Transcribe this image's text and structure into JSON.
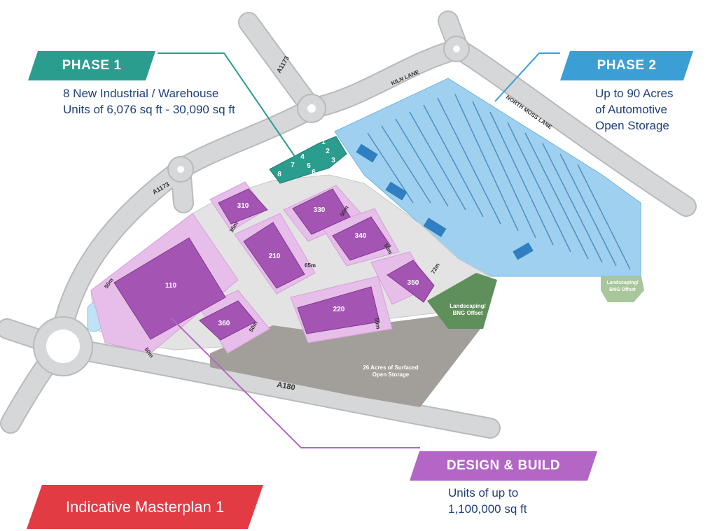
{
  "colors": {
    "phase1": "#2a9d8f",
    "phase2": "#3b9fd6",
    "design_build": "#b366c6",
    "footer": "#e23b44",
    "road": "#d6d7d8",
    "road_edge": "#b9babb",
    "plot": "#e7bde9",
    "building": "#a455b4",
    "storage_blue": "#9fd0f0",
    "surfaced": "#a29f9a",
    "landscaping": "#5f8f5a",
    "text_blue": "#1f3f7a"
  },
  "phase1": {
    "title": "PHASE 1",
    "lines": [
      "8 New Industrial / Warehouse",
      "Units of 6,076 sq ft - 30,090 sq ft"
    ]
  },
  "phase2": {
    "title": "PHASE 2",
    "lines": [
      "Up to 90 Acres",
      "of Automotive",
      "Open Storage"
    ]
  },
  "design_build": {
    "title": "DESIGN & BUILD",
    "lines": [
      "Units of up to",
      "1,100,000 sq ft"
    ]
  },
  "footer": {
    "label": "Indicative Masterplan 1"
  },
  "roads": {
    "a1173_north": "A1173",
    "a1173_west": "A1173",
    "kiln_lane": "KILN LANE",
    "north_moss_lane": "NORTH MOSS LANE",
    "a180": "A180"
  },
  "units": {
    "u110": "110",
    "u210": "210",
    "u220": "220",
    "u310": "310",
    "u330": "330",
    "u340": "340",
    "u350": "350",
    "u360": "360"
  },
  "phase1_units": [
    "1",
    "2",
    "3",
    "4",
    "5",
    "6",
    "7",
    "8"
  ],
  "distances": {
    "d1": "50m",
    "d2": "50m",
    "d3": "35m",
    "d4": "65m",
    "d5": "50m",
    "d6": "50m",
    "d7": "72m",
    "d8": "50m",
    "d9": "50m"
  },
  "areas": {
    "surfaced_line1": "26 Acres of Surfaced",
    "surfaced_line2": "Open Storage",
    "landscaping1_line1": "Landscaping/",
    "landscaping1_line2": "BNG Offset",
    "landscaping2_line1": "Landscaping/",
    "landscaping2_line2": "BNG Offset"
  }
}
